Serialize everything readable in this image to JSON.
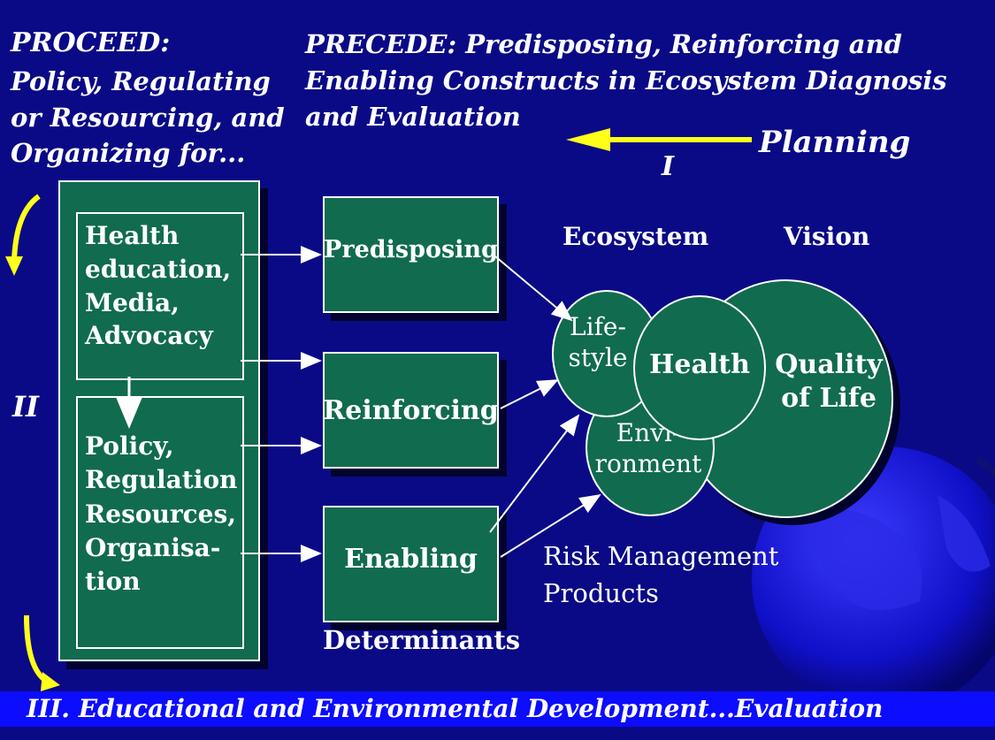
{
  "header": {
    "proceed_title": "PROCEED:",
    "proceed_subtitle": "Policy, Regulating\nor Resourcing, and\nOrganizing for...",
    "precede_title": "PRECEDE: Predisposing, Reinforcing and\nEnabling Constructs in Ecosystem Diagnosis\nand Evaluation"
  },
  "planning": {
    "label": "Planning",
    "phase": "I"
  },
  "left_column": {
    "phase_label": "II",
    "box_top": "Health\neducation,\nMedia,\nAdvocacy",
    "box_bottom": "Policy,\nRegulation\nResources,\nOrganisa-\ntion"
  },
  "determinants": {
    "label": "Determinants",
    "items": [
      "Predisposing",
      "Reinforcing",
      "Enabling"
    ]
  },
  "ecosystem": {
    "ecosystem_label": "Ecosystem",
    "vision_label": "Vision",
    "lifestyle": "Life-\nstyle",
    "health": "Health",
    "quality_of_life": "Quality\nof Life",
    "environment": "Envi-\nronment"
  },
  "risk_management": "Risk Management\nProducts",
  "footer": "III. Educational and Environmental Development...Evaluation",
  "colors": {
    "background": "#0a0a87",
    "box_green": "#116b4f",
    "arrow_yellow": "#ffff1a",
    "footer_bar": "#0c0cff"
  }
}
